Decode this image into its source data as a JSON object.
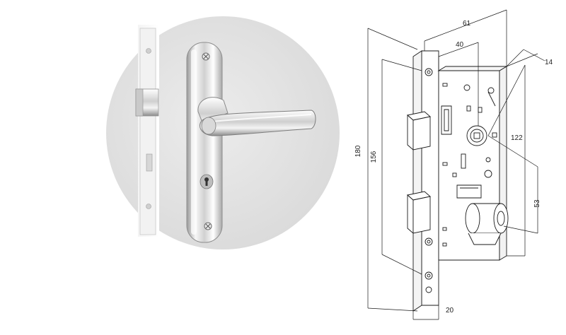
{
  "photo": {
    "plate_engraving": "",
    "lock_marking": ""
  },
  "drawing": {
    "dim_width_total": "61",
    "dim_backset": "40",
    "dim_case_depth": "14",
    "dim_plate_height": "180",
    "dim_screw_spacing": "156",
    "dim_handle_to_cyl": "122",
    "dim_cylinder_offset": "53",
    "dim_plate_width": "20"
  },
  "colors": {
    "line": "#1a1a1a",
    "circle_bg": "#e3e3e3",
    "chrome": "#dcdcdc"
  }
}
